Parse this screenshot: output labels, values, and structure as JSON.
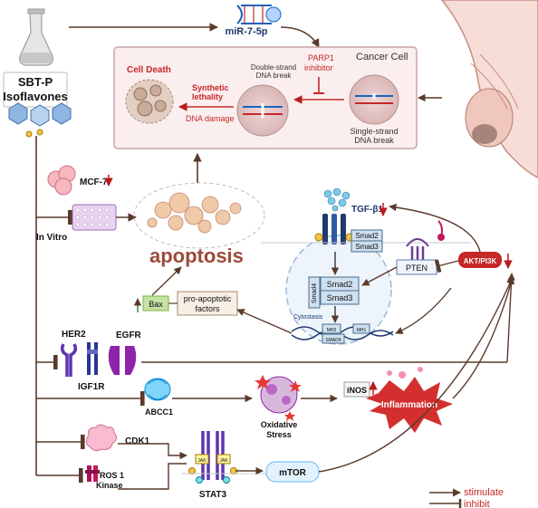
{
  "source": {
    "line1": "SBT-P",
    "line2": "Isoflavones"
  },
  "mirna": "miR-7-5p",
  "parp1": {
    "line1": "PARP1",
    "line2": "inhibitor"
  },
  "cancer_cell": "Cancer Cell",
  "cell_death": "Cell Death",
  "synthetic_lethality": {
    "line1": "Synthetic",
    "line2": "lethality"
  },
  "dna_damage": "DNA damage",
  "double_strand": {
    "line1": "Double-strand",
    "line2": "DNA break"
  },
  "single_strand": {
    "line1": "Single-strand",
    "line2": "DNA break"
  },
  "mcf7": "MCF-7",
  "in_vitro": "In Vitro",
  "apoptosis": "apoptosis",
  "tgf": "TGF-β1",
  "smad_labels": {
    "smad2": "Smad2",
    "smad3": "Smad3",
    "smad4": "Smad4",
    "smad4_caps": "SMAD4",
    "mh2": "MH2",
    "mh1": "MH1"
  },
  "cytostasis": "Cytostasis",
  "pten": "PTEN",
  "akt": "AKT/PI3K",
  "bax": "Bax",
  "pro_apoptotic": {
    "line1": "pro-apoptotic",
    "line2": "factors"
  },
  "receptors": {
    "her2": "HER2",
    "igf1r": "IGF1R",
    "egfr": "EGFR"
  },
  "abcc1": "ABCC1",
  "oxidative": {
    "line1": "Oxidative",
    "line2": "Stress"
  },
  "inos": "iNOS",
  "inflammation": "Inflammation",
  "cdk1": "CDK1",
  "ros1": {
    "line1": "ROS 1",
    "line2": "Kinase"
  },
  "stat3": "STAT3",
  "mtor": "mTOR",
  "jak": "JAK",
  "legend": {
    "stimulate": "stimulate",
    "inhibit": "inhibit"
  },
  "colors": {
    "arrow": "#5a3a2a",
    "red": "#d32f2f",
    "blue": "#1e3a6e",
    "purple": "#6a3d8f",
    "pink": "#c2185b",
    "apoptosis": "#9c4a3a",
    "dna_red": "#c62828",
    "dna_blue": "#1565c0"
  }
}
